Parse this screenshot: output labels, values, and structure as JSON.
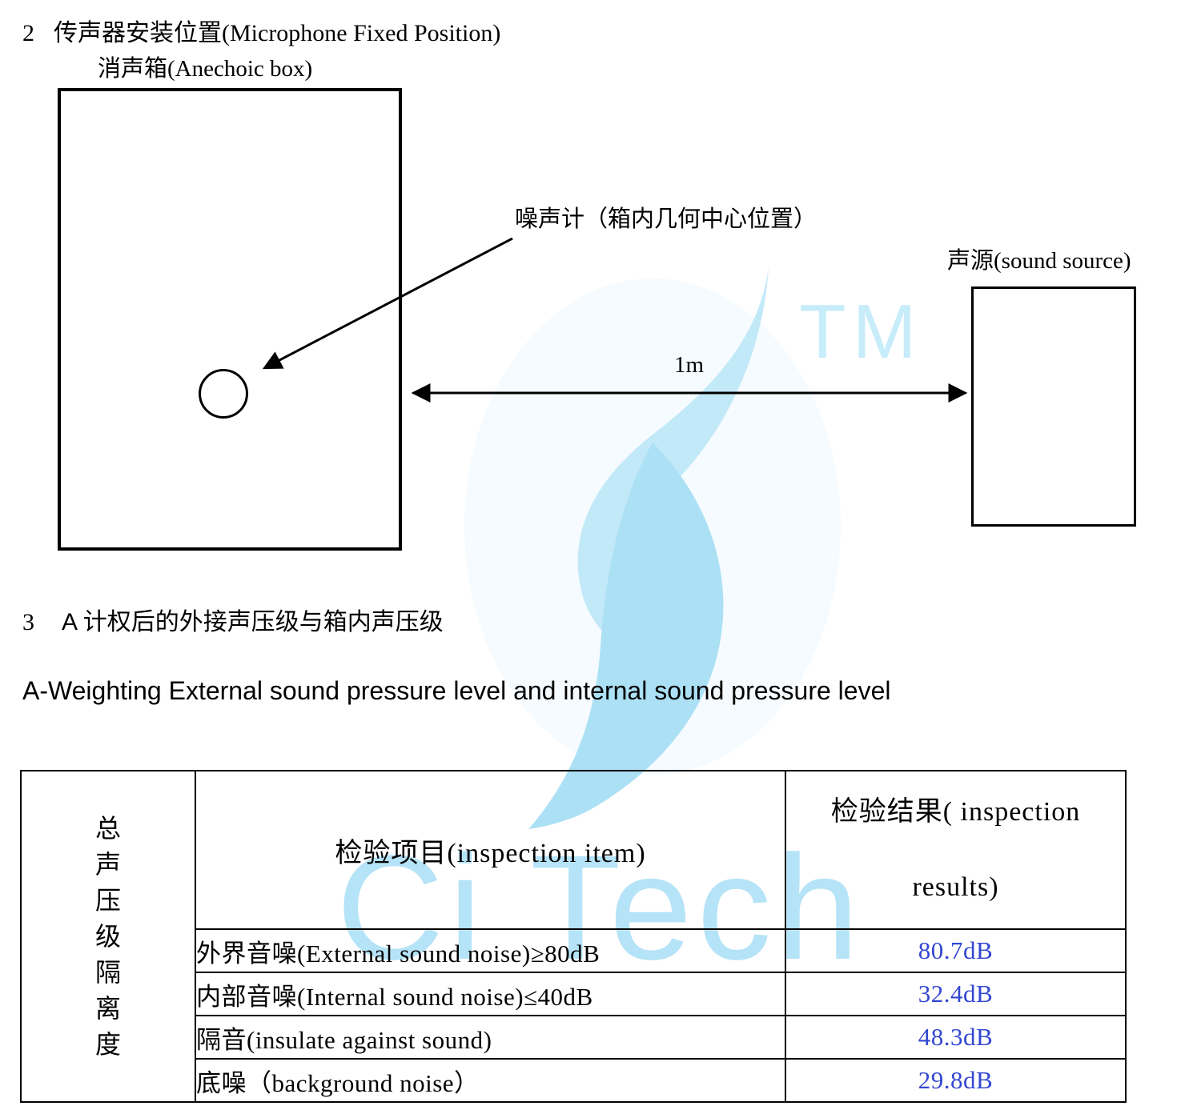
{
  "section2": {
    "number": "2",
    "title": "传声器安装位置(Microphone Fixed Position)"
  },
  "diagram": {
    "anechoic_box_label": "消声箱(Anechoic box)",
    "noise_meter_label": "噪声计（箱内几何中心位置）",
    "distance_label": "1m",
    "sound_source_label": "声源(sound source)"
  },
  "watermark": {
    "tm": "TM",
    "brand": "Ci Tech",
    "color": "#bfe6f7"
  },
  "section3": {
    "number": "3",
    "title": "A 计权后的外接声压级与箱内声压级"
  },
  "subtitle": "A-Weighting External sound pressure level and internal sound pressure level",
  "table": {
    "row_header": "总声压级隔离度",
    "item_header": "检验项目(inspection item)",
    "result_header_line1": "检验结果( inspection",
    "result_header_line2": "results)",
    "result_color": "#3347d1",
    "rows": [
      {
        "item": "外界音噪(External sound noise)≥80dB",
        "result": "80.7dB"
      },
      {
        "item": "内部音噪(Internal sound noise)≤40dB",
        "result": "32.4dB"
      },
      {
        "item": "隔音(insulate against sound)",
        "result": "48.3dB"
      },
      {
        "item": "底噪（background noise）",
        "result": "29.8dB"
      }
    ]
  }
}
